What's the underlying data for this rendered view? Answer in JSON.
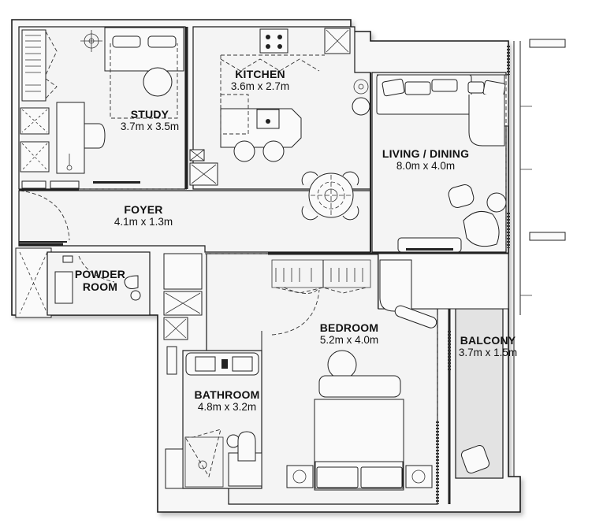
{
  "plan": {
    "type": "apartment-floor-plan",
    "colors": {
      "wall": "#1a1a1a",
      "floor": "#f4f4f4",
      "balcony": "#e3e3e3",
      "background": "#ffffff"
    },
    "rooms": {
      "study": {
        "name": "STUDY",
        "dimensions": "3.7m x 3.5m"
      },
      "kitchen": {
        "name": "KITCHEN",
        "dimensions": "3.6m x 2.7m"
      },
      "living_dining": {
        "name": "LIVING / DINING",
        "dimensions": "8.0m x 4.0m"
      },
      "foyer": {
        "name": "FOYER",
        "dimensions": "4.1m x 1.3m"
      },
      "powder_room": {
        "name_line1": "POWDER",
        "name_line2": "ROOM"
      },
      "bedroom": {
        "name": "BEDROOM",
        "dimensions": "5.2m x 4.0m"
      },
      "balcony": {
        "name": "BALCONY",
        "dimensions": "3.7m x 1.5m"
      },
      "bathroom": {
        "name": "BATHROOM",
        "dimensions": "4.8m x 3.2m"
      }
    }
  }
}
